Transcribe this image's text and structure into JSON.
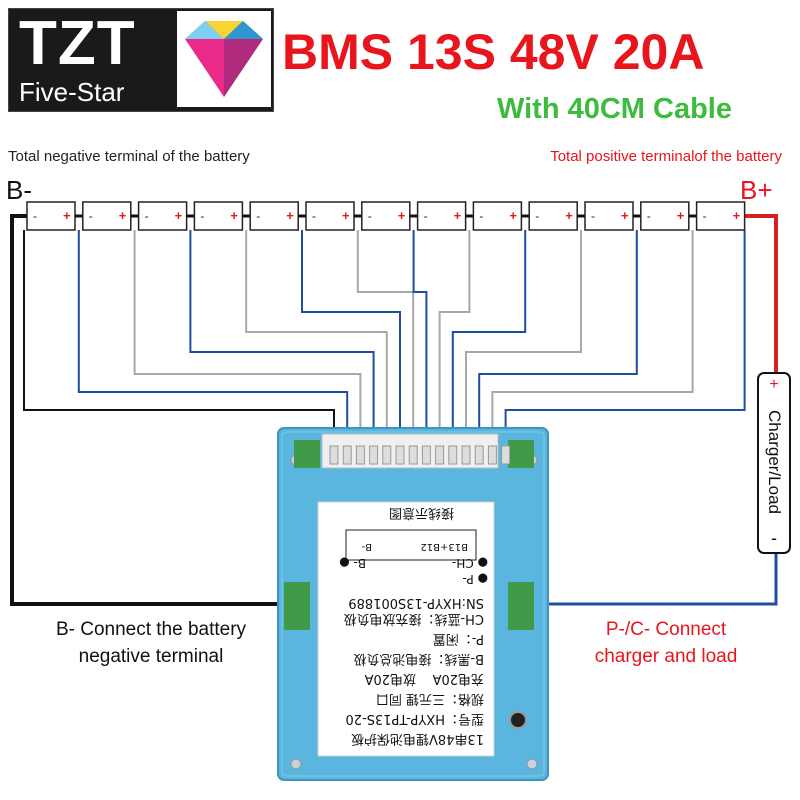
{
  "logo": {
    "brand": "TZT",
    "subtitle": "Five-Star"
  },
  "title": "BMS 13S 48V 20A",
  "subtitle": "With 40CM Cable",
  "labels": {
    "negative_total": "Total negative terminal of the battery",
    "positive_total": "Total positive terminalof the battery",
    "b_minus": "B-",
    "b_plus": "B+",
    "b_minus_desc_line1": "B- Connect the battery",
    "b_minus_desc_line2": "negative terminal",
    "pc_desc_line1": "P-/C- Connect",
    "pc_desc_line2": "charger and load",
    "charger_load": "Charger/Load",
    "plus_sign": "+",
    "minus_sign": "-"
  },
  "cells": {
    "count": 13,
    "negative_mark": "-",
    "positive_mark": "+"
  },
  "board": {
    "diagram_title": "接线示意图",
    "pin_b13": "B13+B12",
    "pin_bminus": "B-",
    "pad_p": "P-",
    "pad_ch": "CH-",
    "pad_b": "B-",
    "serial": "SN:HXYP-13S001889",
    "lines": [
      "CH-蓝线：接充放电负极",
      "P-：闲置",
      "B-黑线：接电池总负极",
      "充电20A    放电20A",
      "规格：三元锂  同口",
      "型号：HXYP-TP13S-20",
      "13串48V锂电池保护板"
    ]
  },
  "colors": {
    "title_red": "#e8161c",
    "subtitle_green": "#3dbb3d",
    "wire_blue": "#1f4ea0",
    "wire_gray": "#a8a8a8",
    "wire_black": "#111111",
    "wire_red": "#d42020",
    "board_blue": "#58b4dc"
  }
}
